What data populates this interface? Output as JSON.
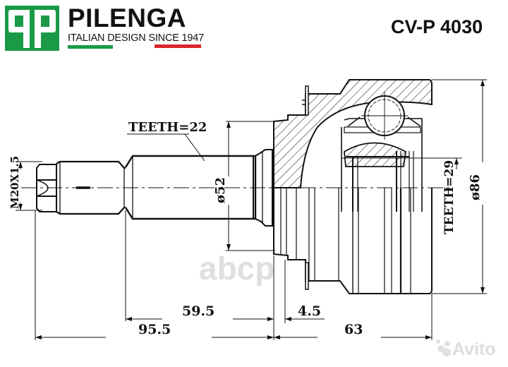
{
  "brand": {
    "name": "PILENGA",
    "tagline": "ITALIAN DESIGN SINCE 1947",
    "logo_mark": "qp",
    "colors": {
      "green": "#1a9a47",
      "red": "#d8262c",
      "ink": "#111111"
    }
  },
  "part_number": "CV-P 4030",
  "drawing": {
    "title": "CV joint outer (technical drawing)",
    "labels": {
      "thread": "M20X1.5",
      "teeth_shaft": "TEETH=22",
      "diameter_shaft": "ø52",
      "teeth_inner": "TEETH=29",
      "diameter_outer": "ø86",
      "dim_shaft_length": "59.5",
      "dim_gap": "4.5",
      "dim_total_left": "95.5",
      "dim_total_right": "63"
    }
  },
  "watermarks": {
    "center": "abcp",
    "corner": "Avito"
  }
}
